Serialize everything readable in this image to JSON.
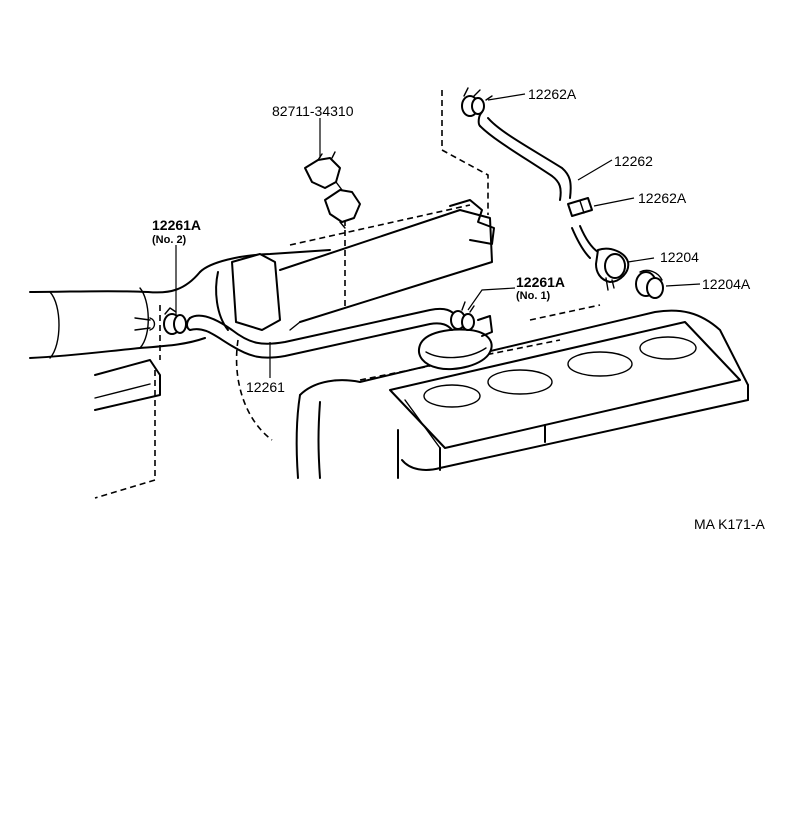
{
  "labels": {
    "clip_bracket": "82711-34310",
    "clamp_top": "12262A",
    "hose_upper": "12262",
    "clamp_mid": "12262A",
    "pcv_valve": "12204",
    "grommet": "12204A",
    "clamp_no2": "12261A",
    "clamp_no2_sub": "(No. 2)",
    "clamp_no1": "12261A",
    "clamp_no1_sub": "(No. 1)",
    "hose_lower": "12261",
    "figure_code": "MA  K171-A"
  }
}
